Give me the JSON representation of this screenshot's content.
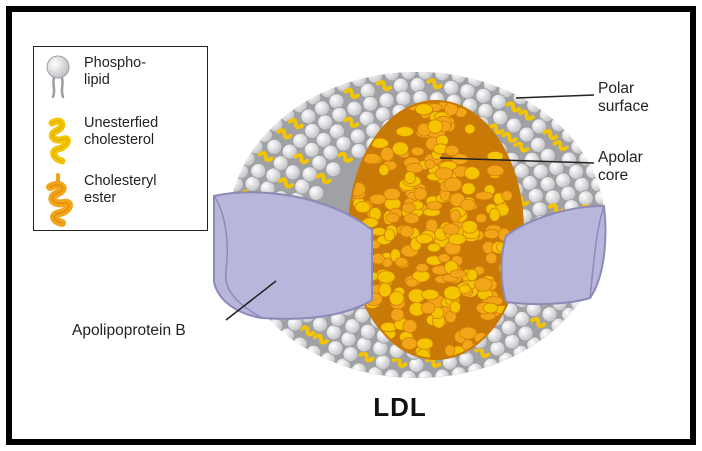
{
  "legend": {
    "items": [
      {
        "icon": "phospholipid-icon",
        "label": "Phospho-\nlipid"
      },
      {
        "icon": "unesterified-cholesterol-icon",
        "label": "Unesterfied\ncholesterol"
      },
      {
        "icon": "cholesteryl-ester-icon",
        "label": "Cholesteryl\nester"
      }
    ]
  },
  "labels": {
    "polar_surface": "Polar\nsurface",
    "apolar_core": "Apolar\ncore",
    "apolipoprotein_b": "Apolipoprotein B"
  },
  "title": "LDL",
  "colors": {
    "phospholipid_head": "#d9dadd",
    "shell_gray": "#a8a9ab",
    "cholesterol_yellow": "#f4c400",
    "core_orange": "#f2a516",
    "core_dark": "#d17f08",
    "apolipoprotein": "#b9b6dc",
    "apolipoprotein_edge": "#8e8ab8"
  }
}
